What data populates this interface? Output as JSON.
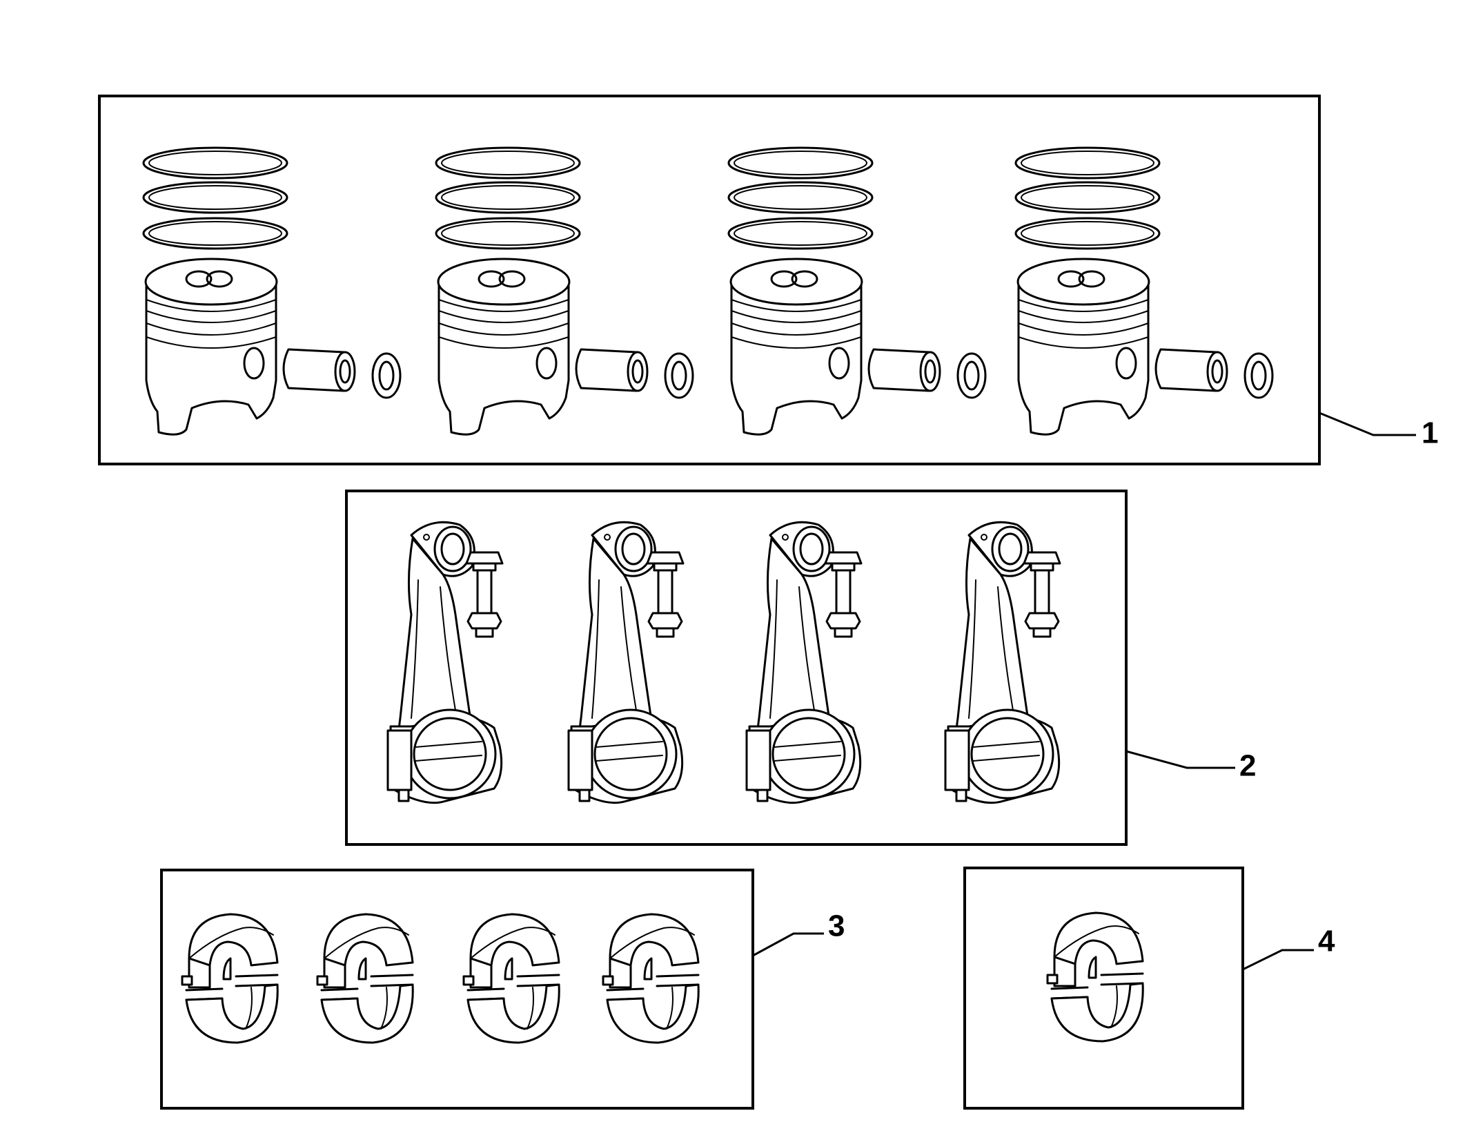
{
  "callouts": {
    "group1": "1",
    "group2": "2",
    "group3": "3",
    "group4": "4"
  },
  "icons": {
    "piston_set": "piston-with-rings-pin-and-clip",
    "connecting_rod": "connecting-rod-with-bolt",
    "bearing_pair": "bearing-shell-pair",
    "thrust_bearing": "bearing-shell-pair"
  },
  "ink_color": "#000000",
  "background_color": "#ffffff"
}
